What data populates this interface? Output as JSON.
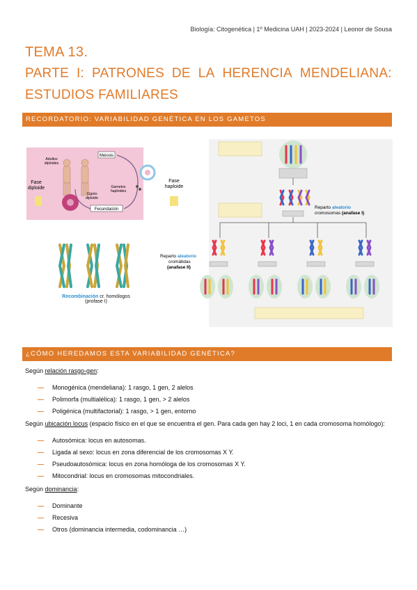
{
  "header": "Biología: Citogenética | 1º Medicina UAH | 2023-2024 | Leonor de Sousa",
  "title": {
    "line1": "TEMA 13.",
    "line2_words": [
      "PARTE",
      "I:",
      "PATRONES",
      "DE",
      "LA",
      "HERENCIA",
      "MENDELIANA:"
    ],
    "line3": "ESTUDIOS FAMILIARES"
  },
  "sections": {
    "s1": "RECORDATORIO: VARIABILIDAD GENÉTICA EN LOS GAMETOS",
    "s2": "¿CÓMO HEREDAMOS ESTA VARIABILIDAD GENÉTICA?"
  },
  "fig1": {
    "adultos": "Adultos\ndiploides",
    "meiosis": "Meiosis",
    "gametos": "Gametos\nhaploides",
    "fase_diploide": "Fase\ndiploide",
    "fase_haploide": "Fase\nhaploide",
    "cigoto": "Cigoto\ndiploide",
    "fecundacion": "Fecundación"
  },
  "fig2": {
    "recomb_colored": "Recombinación",
    "recomb_rest": " cr. homólogos",
    "recomb_line2": "(profase I)"
  },
  "fig3": {
    "reparto1_a": "Reparto ",
    "reparto1_b": "aleatorio",
    "reparto1_c": "cromosomas (anafase I)",
    "reparto2_a": "Reparto ",
    "reparto2_b": "aleatorio",
    "reparto2_c": "cromátidas",
    "reparto2_d": "(anafase II)"
  },
  "block1": {
    "intro_pre": "Según ",
    "intro_u": "relación rasgo-gen",
    "intro_post": ":",
    "items": [
      "Monogénica (mendeliana): 1 rasgo, 1 gen, 2 alelos",
      "Polimorfa (multialélica): 1 rasgo, 1 gen, > 2 alelos",
      "Poligénica (multifactorial): 1 rasgo, > 1 gen, entorno"
    ]
  },
  "block2": {
    "intro_pre": "Según ",
    "intro_u": "ubicación locus",
    "intro_post": " (espacio físico en el que se encuentra el gen. Para cada gen hay 2 loci, 1 en cada cromosoma homólogo):",
    "items": [
      "Autosómica: locus en autosomas.",
      "Ligada al sexo: locus en zona diferencial de los cromosomas X Y.",
      "Pseudoautosómica: locus en zona homóloga de los cromosomas X Y.",
      "Mitocondrial: locus en cromosomas mitocondriales."
    ]
  },
  "block3": {
    "intro_pre": "Según ",
    "intro_u": "dominancia",
    "intro_post": ":",
    "items": [
      "Dominante",
      "Recesiva",
      "Otros (dominancia intermedia, codominancia …)"
    ]
  },
  "colors": {
    "accent": "#e07b2a",
    "pink_bg": "#f3c6d8",
    "aleatorio_blue": "#2a8fd0"
  }
}
